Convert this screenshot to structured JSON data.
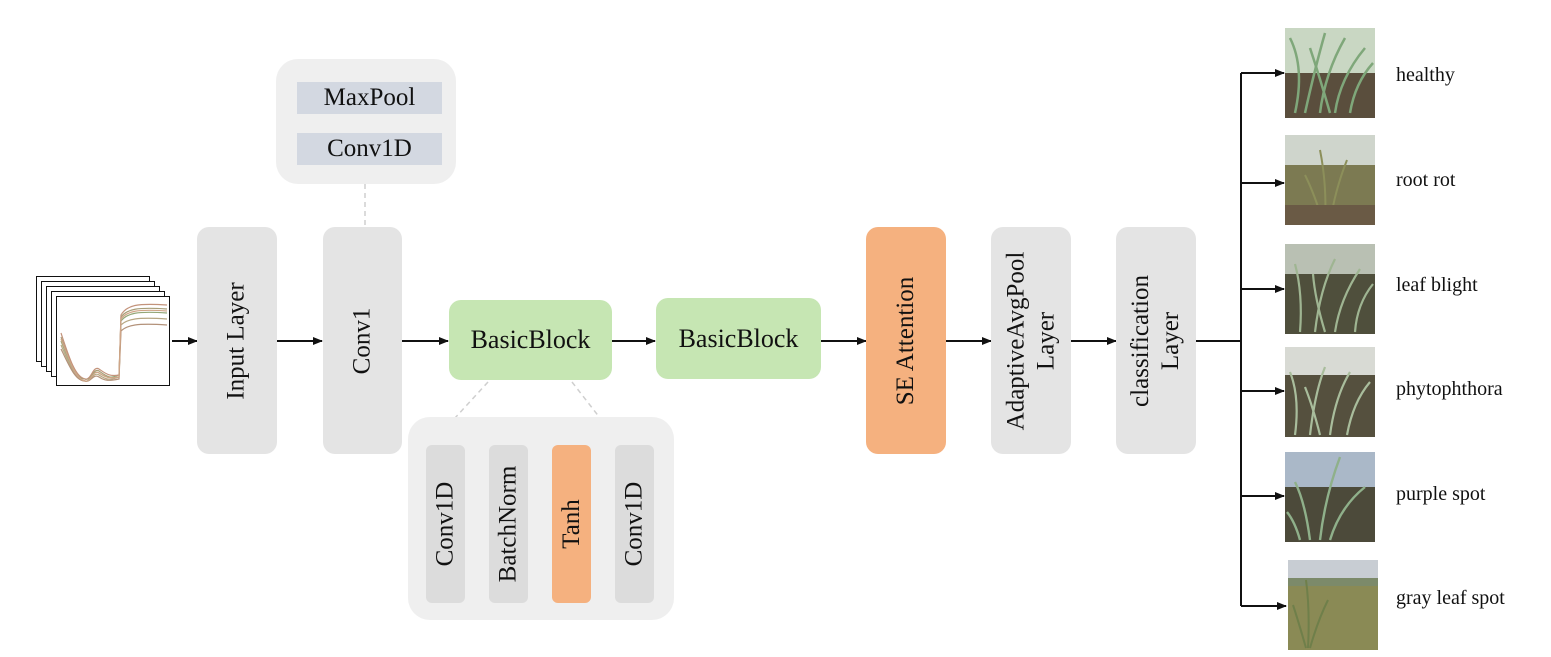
{
  "input_icon": "spectra-stack-icon",
  "stages": {
    "input_layer": "Input Layer",
    "conv1": "Conv1",
    "basic_block_1": "BasicBlock",
    "basic_block_2": "BasicBlock",
    "se_attention": "SE Attention",
    "adaptive_pool_line1": "AdaptiveAvgPool",
    "adaptive_pool_line2": "Layer",
    "classification_line1": "classification",
    "classification_line2": "Layer"
  },
  "conv1_detail": [
    "MaxPool",
    "Conv1D"
  ],
  "basic_block_detail": [
    "Conv1D",
    "BatchNorm",
    "Tanh",
    "Conv1D"
  ],
  "classes": [
    "healthy",
    "root rot",
    "leaf blight",
    "phytophthora",
    "purple spot",
    "gray leaf spot"
  ],
  "colors": {
    "gray_block": "#e4e4e4",
    "green_block": "#c6e6b3",
    "orange_block": "#f5b17f",
    "chip_blue": "#d3d8e1",
    "panel": "#efefef"
  }
}
